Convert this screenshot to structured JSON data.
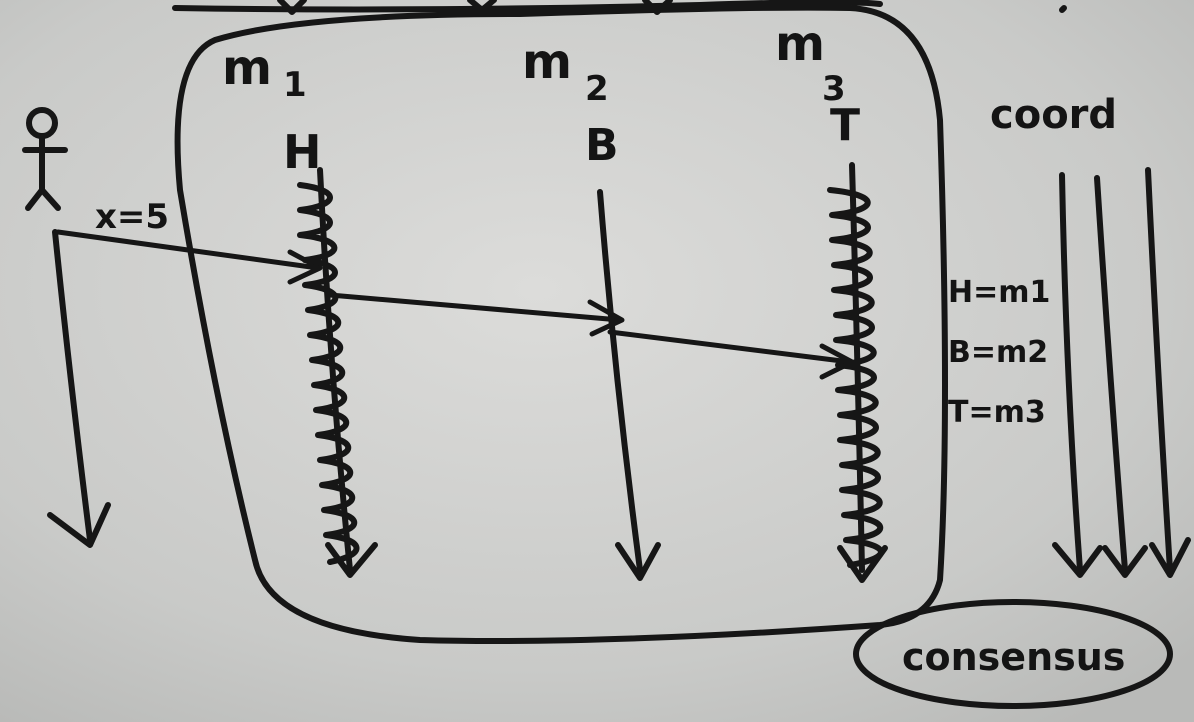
{
  "diagram": {
    "nodes": [
      {
        "id": "m1",
        "label": "m",
        "subscript": "1",
        "role": "H"
      },
      {
        "id": "m2",
        "label": "m",
        "subscript": "2",
        "role": "B"
      },
      {
        "id": "m3",
        "label": "m",
        "subscript": "3",
        "role": "T"
      }
    ],
    "client_message": "x=5",
    "coord_label": "coord",
    "mapping": [
      "H=m1",
      "B=m2",
      "T=m3"
    ],
    "group_label": "consensus"
  },
  "colors": {
    "ink": "#161616",
    "board": "#c9cac8"
  }
}
